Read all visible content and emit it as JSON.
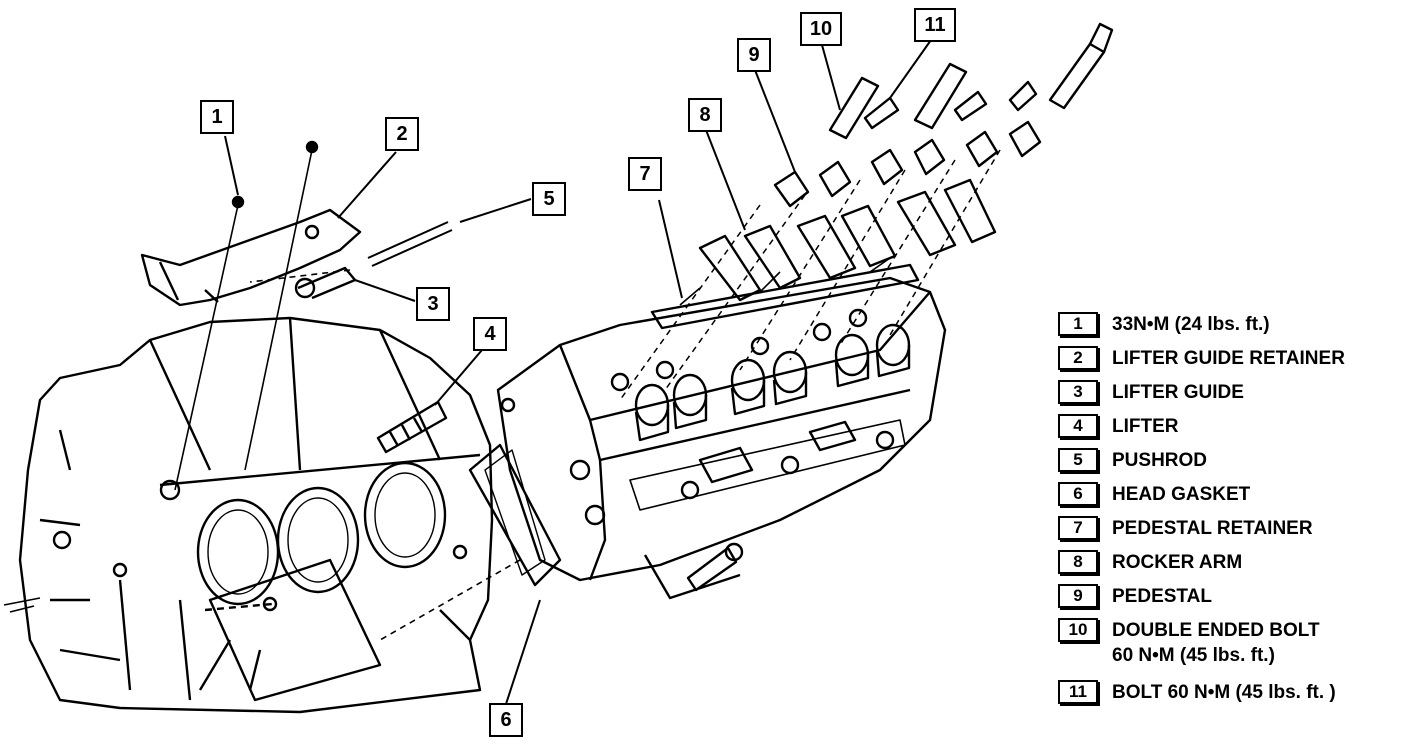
{
  "diagram": {
    "callouts": [
      "1",
      "2",
      "3",
      "4",
      "5",
      "6",
      "7",
      "8",
      "9",
      "10",
      "11"
    ],
    "legend": [
      {
        "num": "1",
        "text": "33N•M (24 lbs. ft.)"
      },
      {
        "num": "2",
        "text": "LIFTER GUIDE RETAINER"
      },
      {
        "num": "3",
        "text": "LIFTER GUIDE"
      },
      {
        "num": "4",
        "text": "LIFTER"
      },
      {
        "num": "5",
        "text": "PUSHROD"
      },
      {
        "num": "6",
        "text": "HEAD GASKET"
      },
      {
        "num": "7",
        "text": "PEDESTAL RETAINER"
      },
      {
        "num": "8",
        "text": "ROCKER ARM"
      },
      {
        "num": "9",
        "text": "PEDESTAL"
      },
      {
        "num": "10",
        "text": "DOUBLE ENDED BOLT",
        "text2": "60 N•M (45 lbs. ft.)"
      },
      {
        "num": "11",
        "text": "BOLT 60 N•M (45 lbs. ft. )"
      }
    ]
  }
}
